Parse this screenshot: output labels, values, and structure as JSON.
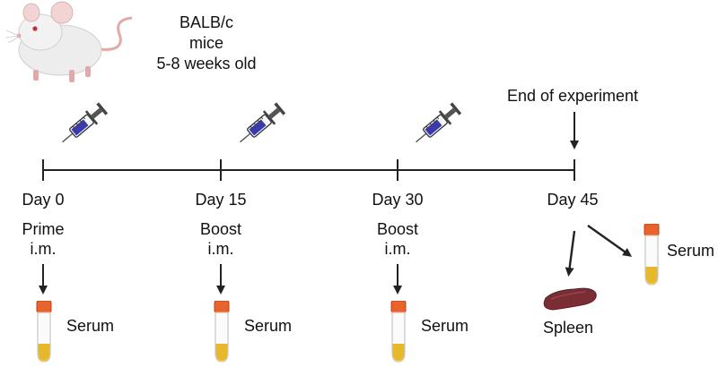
{
  "subject": {
    "line1": "BALB/c",
    "line2": "mice",
    "line3": "5-8 weeks old",
    "icon": "mouse-icon"
  },
  "end_label": "End of experiment",
  "timepoints": [
    {
      "day": "Day 0",
      "treatment": "Prime",
      "route": "i.m.",
      "sample": "Serum"
    },
    {
      "day": "Day 15",
      "treatment": "Boost",
      "route": "i.m.",
      "sample": "Serum"
    },
    {
      "day": "Day 30",
      "treatment": "Boost",
      "route": "i.m.",
      "sample": "Serum"
    },
    {
      "day": "Day 45",
      "sample_serum": "Serum",
      "sample_spleen": "Spleen"
    }
  ],
  "colors": {
    "syringe_liquid": "#3a3aa8",
    "tube_cap": "#e8642c",
    "serum": "#e6b82a",
    "spleen": "#7a2e34"
  }
}
